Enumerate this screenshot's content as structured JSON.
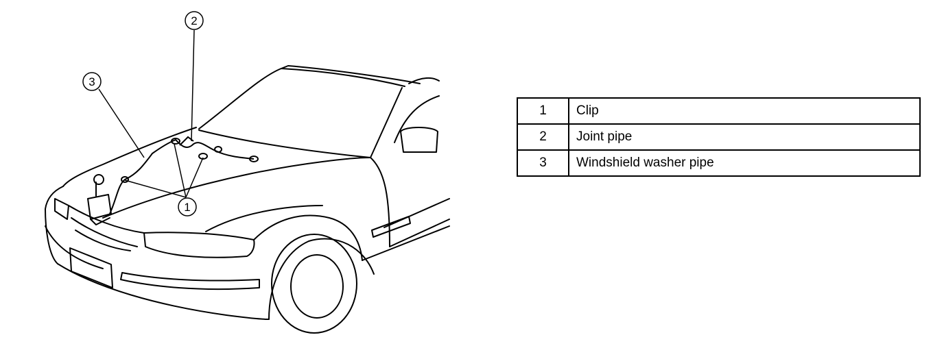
{
  "callouts": [
    {
      "id": "callout-1",
      "label": "1"
    },
    {
      "id": "callout-2",
      "label": "2"
    },
    {
      "id": "callout-3",
      "label": "3"
    }
  ],
  "legend": {
    "rows": [
      {
        "number": "1",
        "description": "Clip"
      },
      {
        "number": "2",
        "description": "Joint pipe"
      },
      {
        "number": "3",
        "description": "Windshield washer pipe"
      }
    ]
  }
}
